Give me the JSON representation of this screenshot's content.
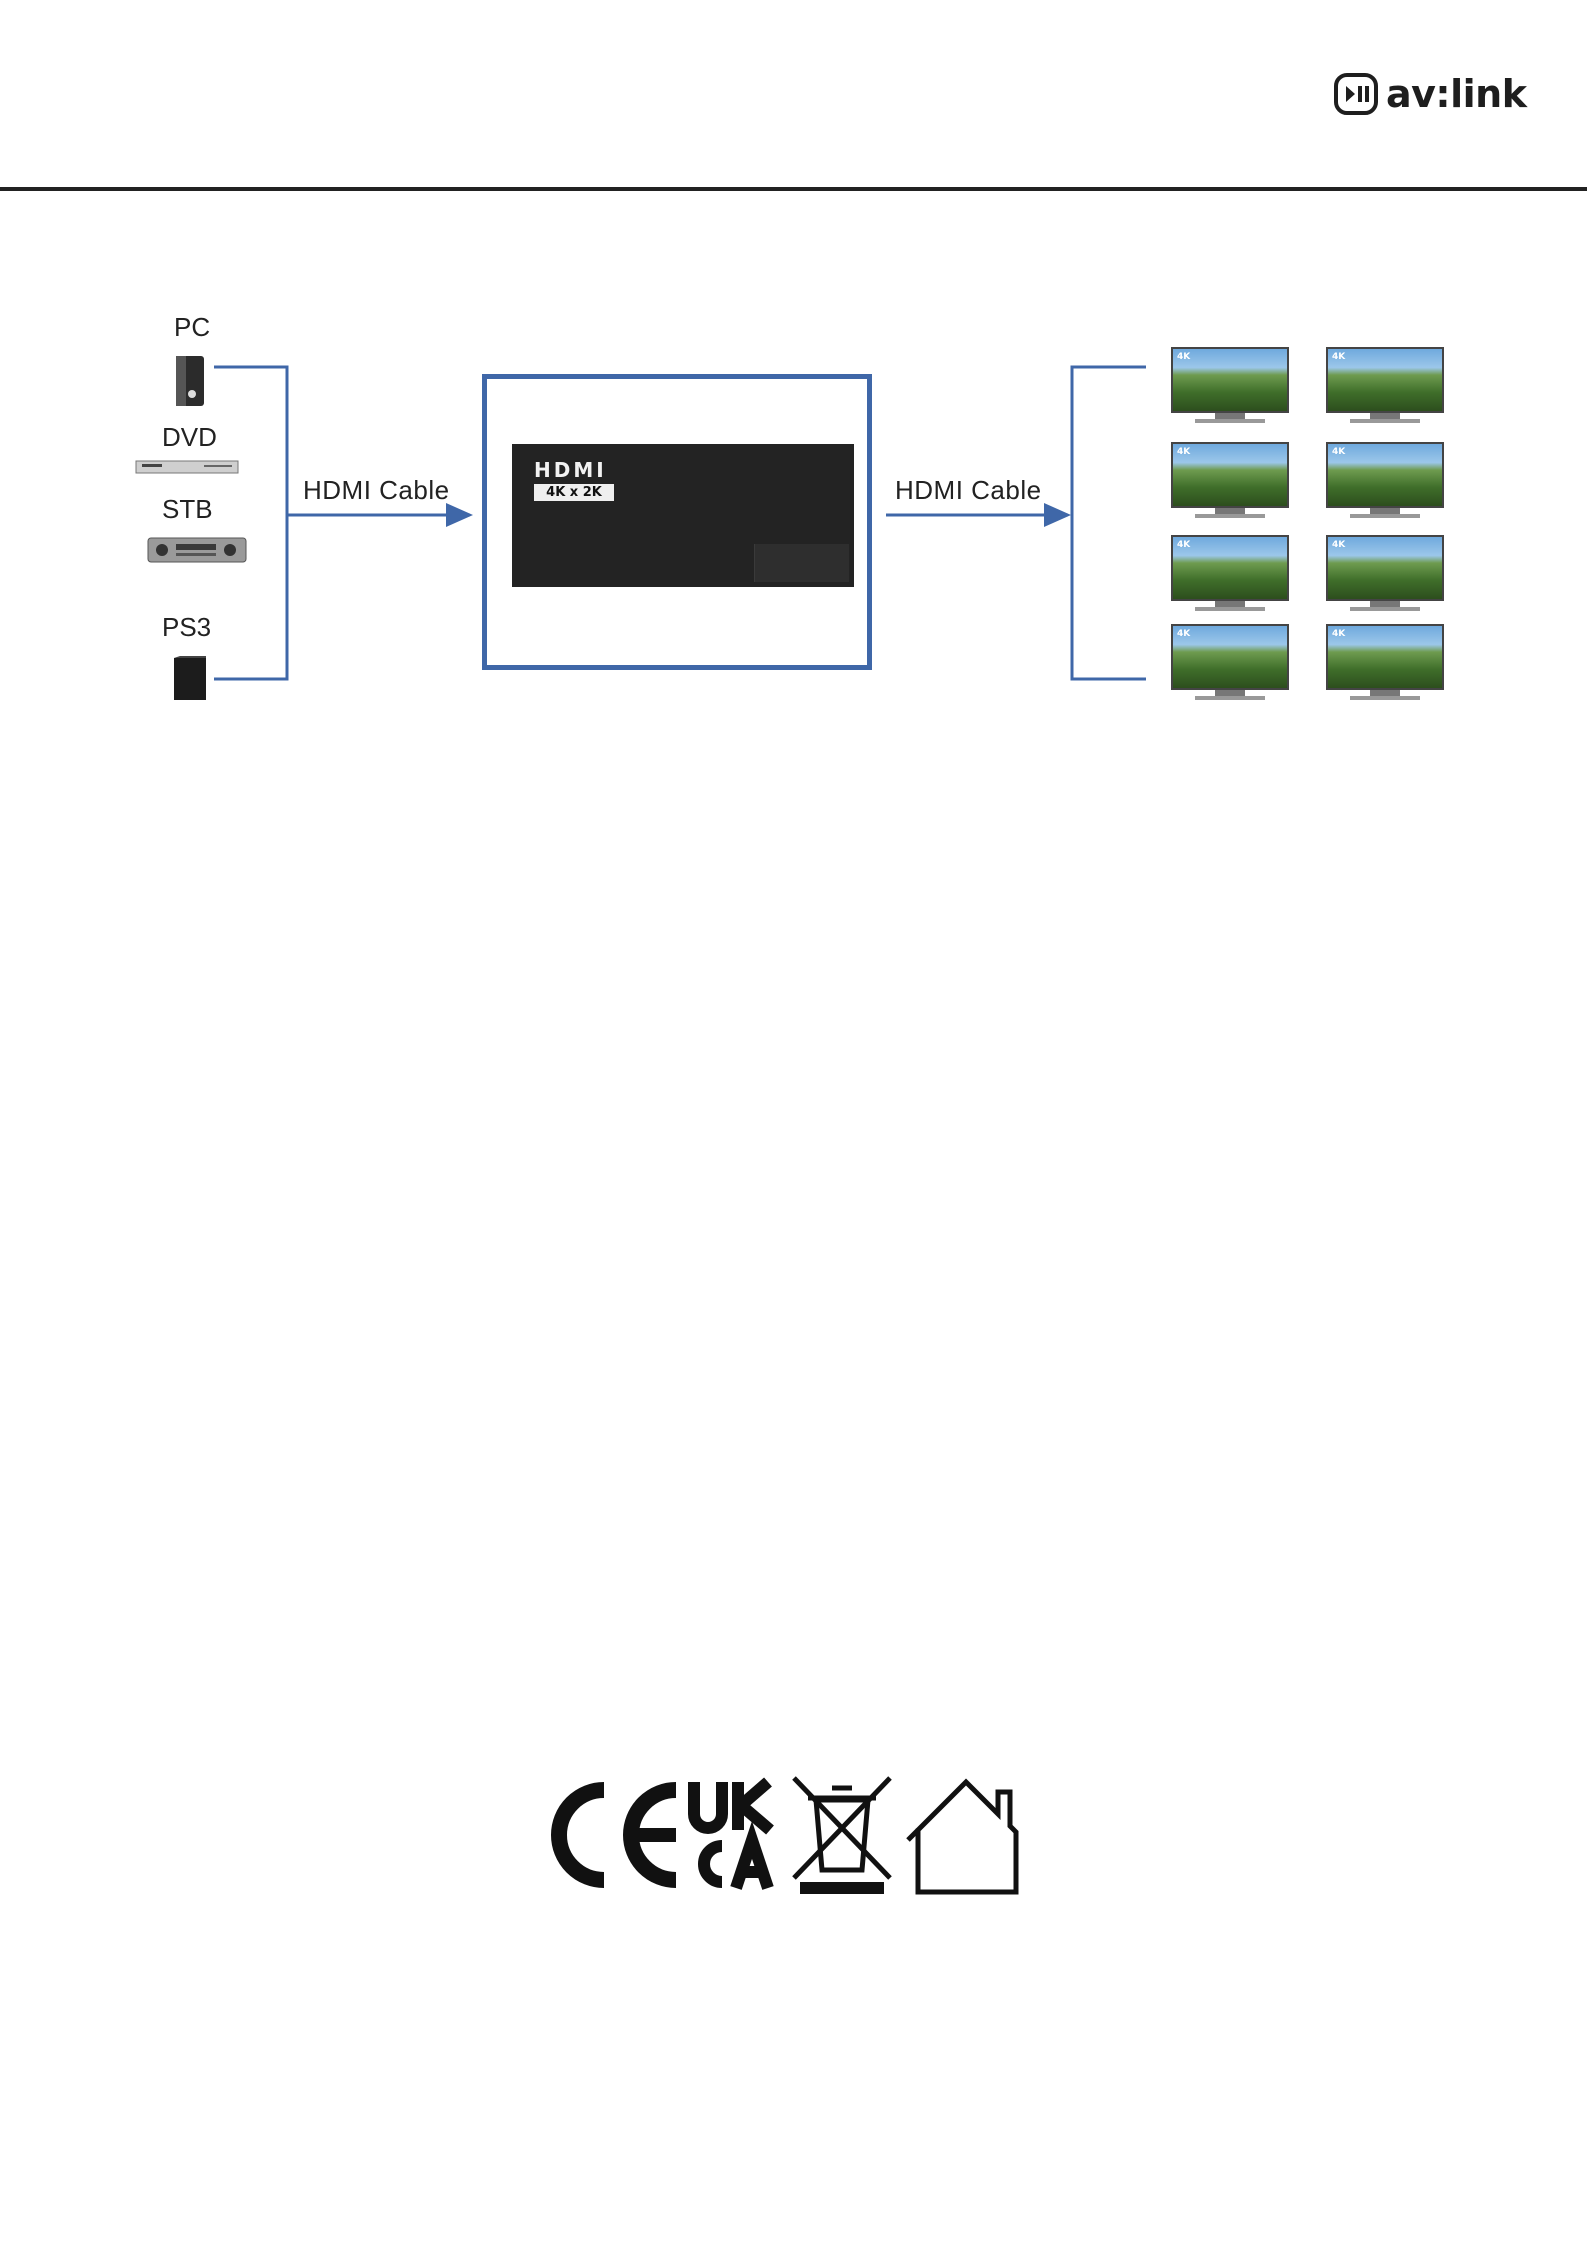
{
  "header": {
    "logo_text": "av:link"
  },
  "sources": [
    {
      "label": "PC",
      "icon": "pc-tower-icon"
    },
    {
      "label": "DVD",
      "icon": "dvd-player-icon"
    },
    {
      "label": "STB",
      "icon": "set-top-box-icon"
    },
    {
      "label": "PS3",
      "icon": "game-console-icon"
    }
  ],
  "cables": {
    "input_label": "HDMI  Cable",
    "output_label": "HDMI  Cable"
  },
  "splitter": {
    "logo_text": "HDMI",
    "resolution_text": "4K x 2K"
  },
  "displays": {
    "badge": "4K"
  },
  "colors": {
    "connector": "#3f67a8",
    "rule": "#222222"
  },
  "certifications": [
    "ce-mark-icon",
    "ukca-mark-icon",
    "weee-crossed-bin-icon",
    "indoor-use-house-icon"
  ]
}
